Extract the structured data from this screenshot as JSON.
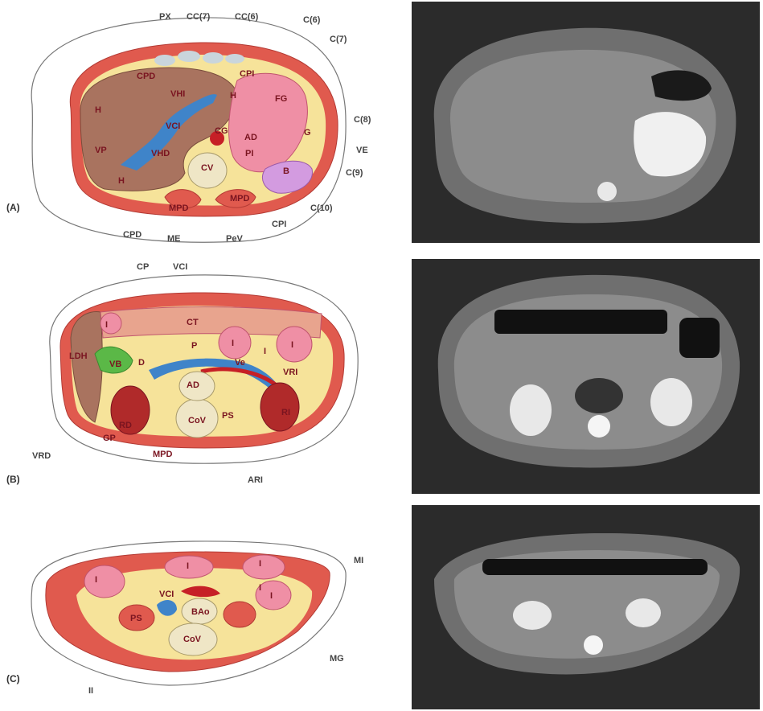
{
  "panels": [
    {
      "id": "A",
      "label": "(A)",
      "outer_labels": [
        "PX",
        "CC(7)",
        "CC(6)",
        "C(6)",
        "C(7)",
        "C(8)",
        "VE",
        "C(9)",
        "C(10)",
        "CPI",
        "PeV",
        "ME",
        "CPD"
      ],
      "inner_labels": [
        "CPD",
        "CPI",
        "H",
        "VHI",
        "H",
        "FG",
        "VCI",
        "CG",
        "AD",
        "G",
        "VP",
        "VHD",
        "PI",
        "H",
        "CV",
        "B",
        "MPD",
        "MPD"
      ]
    },
    {
      "id": "B",
      "label": "(B)",
      "outer_labels": [
        "CP",
        "VCI",
        "VRD",
        "ARI"
      ],
      "inner_labels": [
        "CT",
        "I",
        "I",
        "I",
        "I",
        "P",
        "LDH",
        "VB",
        "D",
        "Ve",
        "VRI",
        "AD",
        "RD",
        "PS",
        "RI",
        "CoV",
        "GP",
        "MPD"
      ]
    },
    {
      "id": "C",
      "label": "(C)",
      "outer_labels": [
        "MI",
        "MG",
        "II"
      ],
      "inner_labels": [
        "I",
        "I",
        "I",
        "I",
        "I",
        "VCI",
        "PS",
        "BAo",
        "CoV"
      ]
    }
  ],
  "colors": {
    "muscle": "#e05a4e",
    "liver": "#a9735f",
    "fat": "#f6e39a",
    "organ_pink": "#ef8fa5",
    "vessel_blue": "#3f84c9",
    "vessel_red": "#c62026",
    "gallbladder": "#5bb847",
    "bone": "#efe6c6",
    "mri_bg": "#2b2b2b"
  }
}
